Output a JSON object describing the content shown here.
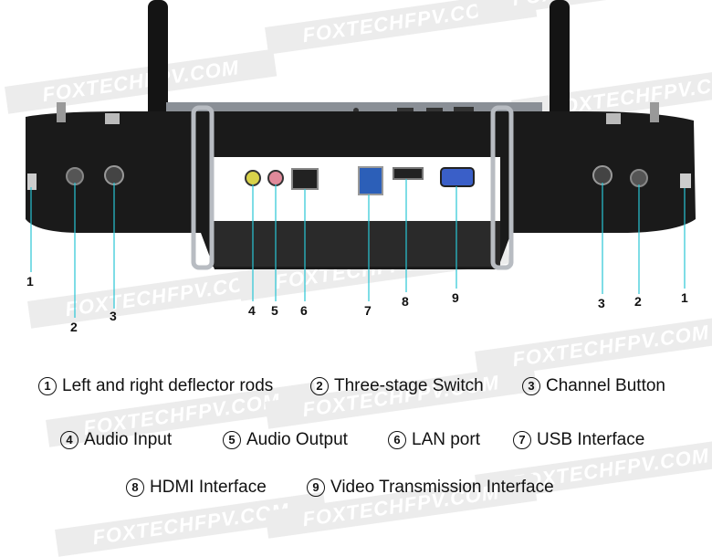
{
  "watermark": "FOXTECHFPV.COM",
  "accent_line_color": "#29c6d6",
  "callout_numbers": {
    "left_rod": "1",
    "left_switch": "2",
    "left_channel": "3",
    "audio_in": "4",
    "audio_out": "5",
    "lan": "6",
    "usb": "7",
    "hdmi": "8",
    "video": "9",
    "right_channel": "3",
    "right_switch": "2",
    "right_rod": "1"
  },
  "legend": [
    {
      "n": "1",
      "text": "Left and right deflector rods"
    },
    {
      "n": "2",
      "text": "Three-stage Switch"
    },
    {
      "n": "3",
      "text": "Channel Button"
    },
    {
      "n": "4",
      "text": "Audio Input"
    },
    {
      "n": "5",
      "text": "Audio Output"
    },
    {
      "n": "6",
      "text": "LAN port"
    },
    {
      "n": "7",
      "text": "USB Interface"
    },
    {
      "n": "8",
      "text": "HDMI Interface"
    },
    {
      "n": "9",
      "text": "Video Transmission Interface"
    }
  ]
}
